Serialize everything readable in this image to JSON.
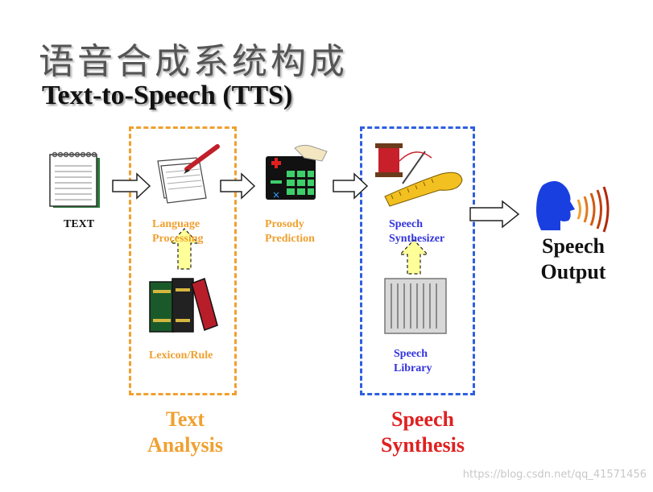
{
  "title_cn": "语音合成系统构成",
  "title_en": "Text-to-Speech (TTS)",
  "nodes": {
    "text": "TEXT",
    "language_processing": [
      "Language",
      "Processing"
    ],
    "prosody_prediction": [
      "Prosody",
      "Prediction"
    ],
    "speech_synthesizer": [
      "Speech",
      "Synthesizer"
    ],
    "lexicon_rule": "Lexicon/Rule",
    "speech_library": [
      "Speech",
      "Library"
    ],
    "speech_output": [
      "Speech",
      "Output"
    ]
  },
  "groups": {
    "text_analysis": [
      "Text",
      "Analysis"
    ],
    "speech_synthesis": [
      "Speech",
      "Synthesis"
    ]
  },
  "watermark": "https://blog.csdn.net/qq_41571456",
  "colors": {
    "orange": "#f0a030",
    "blue": "#3333dd",
    "red": "#e02020",
    "arrow_yellow": "#ffff99"
  },
  "icons": {
    "text": "notepad-icon",
    "language_processing": "papers-pen-icon",
    "prosody_prediction": "calculator-icon",
    "speech_synthesizer": "sewing-kit-icon",
    "lexicon_rule": "books-icon",
    "speech_library": "server-rack-icon",
    "speech_output": "speaking-head-icon"
  }
}
